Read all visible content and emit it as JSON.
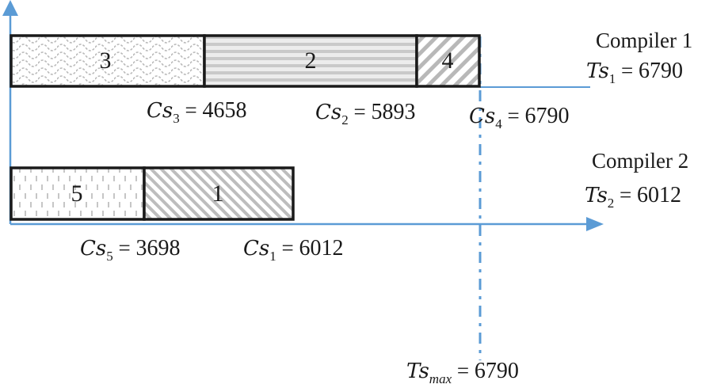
{
  "diagram": {
    "type": "gantt-schedule",
    "axis_color": "#5b9bd5",
    "block_border_color": "#1a1a1a",
    "pattern_color": "#b8b8b8",
    "compilers": [
      {
        "label": "Compiler 1",
        "ts_symbol": "Ts",
        "ts_sub": "1",
        "ts_value": "6790",
        "blocks": [
          {
            "id": "3",
            "pattern": "scales",
            "cs_sub": "3",
            "cs_value": "4658"
          },
          {
            "id": "2",
            "pattern": "horizontal-lines",
            "cs_sub": "2",
            "cs_value": "5893"
          },
          {
            "id": "4",
            "pattern": "backward-diagonal",
            "cs_sub": "4",
            "cs_value": "6790"
          }
        ]
      },
      {
        "label": "Compiler 2",
        "ts_symbol": "Ts",
        "ts_sub": "2",
        "ts_value": "6012",
        "blocks": [
          {
            "id": "5",
            "pattern": "dashed-vertical",
            "cs_sub": "5",
            "cs_value": "3698"
          },
          {
            "id": "1",
            "pattern": "forward-diagonal",
            "cs_sub": "1",
            "cs_value": "6012"
          }
        ]
      }
    ],
    "cs_symbol": "Cs",
    "equals": "=",
    "tsmax": {
      "symbol": "Ts",
      "sub": "max",
      "value": "6790"
    }
  }
}
